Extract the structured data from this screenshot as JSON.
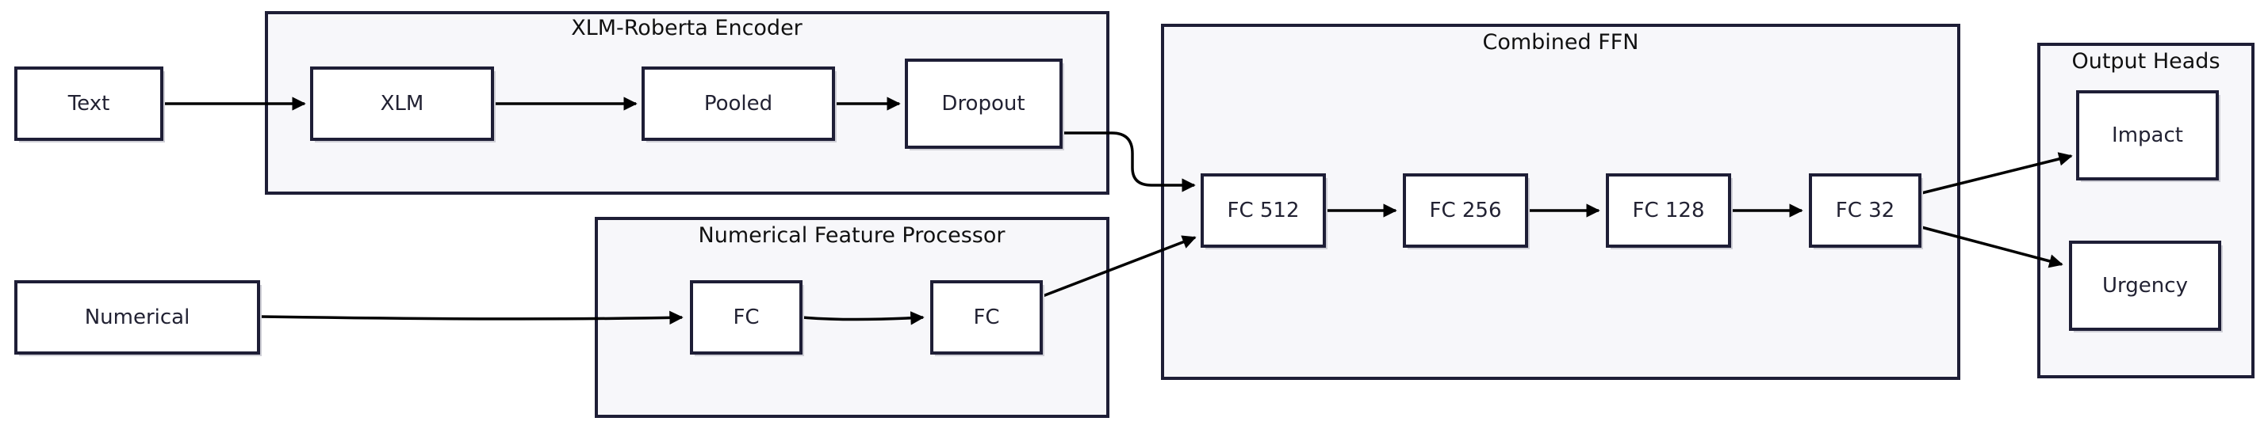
{
  "clusters": {
    "encoder": {
      "title": "XLM-Roberta Encoder"
    },
    "numproc": {
      "title": "Numerical Feature Processor"
    },
    "ffn": {
      "title": "Combined FFN"
    },
    "heads": {
      "title": "Output Heads"
    }
  },
  "nodes": {
    "text": "Text",
    "xlm": "XLM",
    "pooled": "Pooled",
    "dropout": "Dropout",
    "numerical": "Numerical",
    "fc_a": "FC",
    "fc_b": "FC",
    "fc512": "FC 512",
    "fc256": "FC 256",
    "fc128": "FC 128",
    "fc32": "FC 32",
    "impact": "Impact",
    "urgency": "Urgency"
  }
}
